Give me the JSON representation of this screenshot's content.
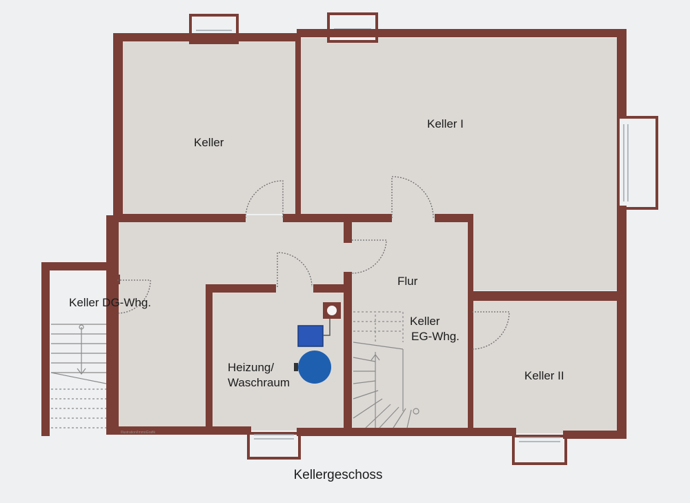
{
  "title": "Kellergeschoss",
  "credit": "Illustration/ImmoGrafik",
  "rooms": {
    "keller": "Keller",
    "keller_i": "Keller I",
    "keller_dg_whg": "Keller DG-Whg.",
    "flur": "Flur",
    "keller_eg_whg_1": "Keller",
    "keller_eg_whg_2": "EG-Whg.",
    "heizung_1": "Heizung/",
    "heizung_2": "Waschraum",
    "keller_ii": "Keller II"
  },
  "colors": {
    "wall": "#7a3e36",
    "floor": "#dcd9d5",
    "background": "#eef0f2",
    "tank": "#1e5fb0",
    "boiler": "#2a57b8"
  }
}
